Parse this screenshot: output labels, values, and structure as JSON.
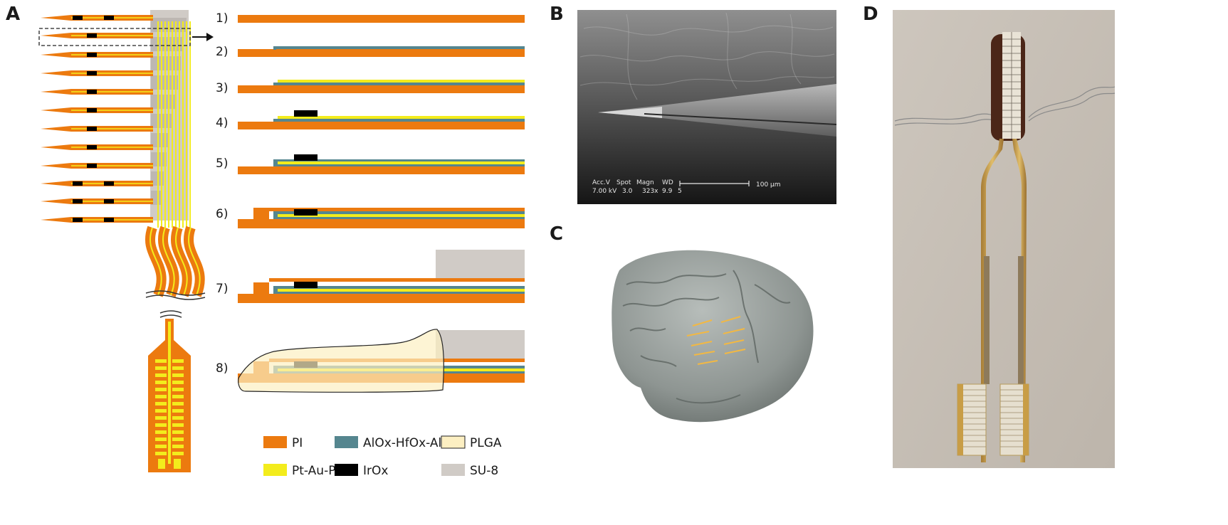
{
  "panels": {
    "a": "A",
    "b": "B",
    "c": "C",
    "d": "D"
  },
  "steps": [
    "1)",
    "2)",
    "3)",
    "4)",
    "5)",
    "6)",
    "7)",
    "8)"
  ],
  "legend": {
    "pi": "PI",
    "alox": "AlOx-HfOx-AlOx",
    "plga": "PLGA",
    "ptaupt": "Pt-Au-Pt",
    "irox": "IrOx",
    "su8": "SU-8"
  },
  "sem": {
    "acc_v": "Acc.V",
    "spot": "Spot",
    "magn": "Magn",
    "wd": "WD",
    "acc_v_value": "7.00 kV",
    "spot_value": "3.0",
    "magn_value": "323x",
    "wd_value": "9.9",
    "extra_value": "5",
    "scale": "100 µm"
  },
  "colors": {
    "pi": "#ec7a0f",
    "alox": "#55868f",
    "plga": "#fcefc2",
    "ptaupt": "#f3ec1c",
    "irox": "#000000",
    "su8": "#d0cbc6"
  }
}
